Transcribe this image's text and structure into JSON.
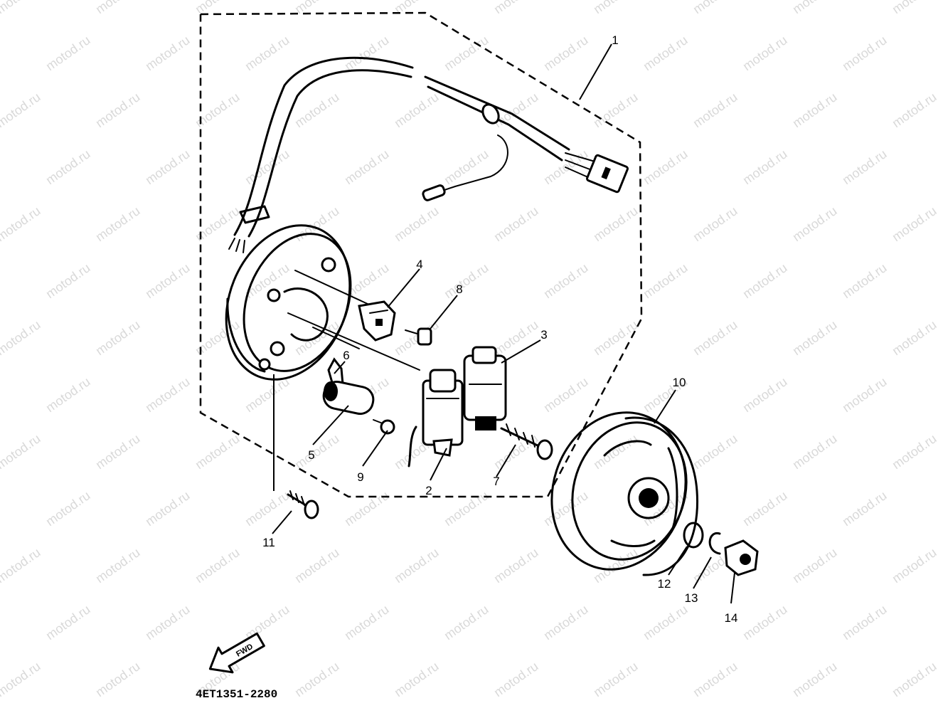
{
  "diagram": {
    "watermark": "motod.ru",
    "part_code": "4ET1351-2280",
    "fwd_label": "FWD",
    "callouts": [
      "1",
      "2",
      "3",
      "4",
      "5",
      "6",
      "7",
      "8",
      "9",
      "10",
      "11",
      "12",
      "13",
      "14"
    ]
  }
}
